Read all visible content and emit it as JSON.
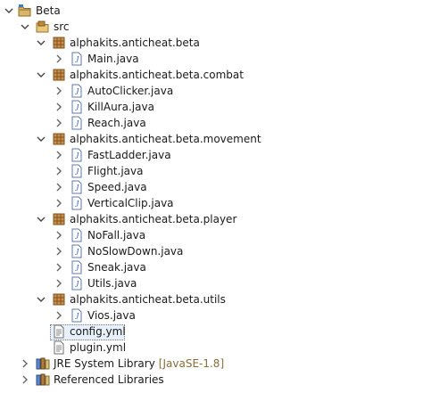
{
  "project": {
    "name": "Beta"
  },
  "src": {
    "name": "src"
  },
  "packages": [
    {
      "name": "alphakits.anticheat.beta",
      "files": [
        "Main.java"
      ]
    },
    {
      "name": "alphakits.anticheat.beta.combat",
      "files": [
        "AutoClicker.java",
        "KillAura.java",
        "Reach.java"
      ]
    },
    {
      "name": "alphakits.anticheat.beta.movement",
      "files": [
        "FastLadder.java",
        "Flight.java",
        "Speed.java",
        "VerticalClip.java"
      ]
    },
    {
      "name": "alphakits.anticheat.beta.player",
      "files": [
        "NoFall.java",
        "NoSlowDown.java",
        "Sneak.java",
        "Utils.java"
      ]
    },
    {
      "name": "alphakits.anticheat.beta.utils",
      "files": [
        "Vios.java"
      ]
    }
  ],
  "resources": [
    {
      "name": "config.yml",
      "selected": true
    },
    {
      "name": "plugin.yml",
      "selected": false
    }
  ],
  "libraries": {
    "jre": {
      "name": "JRE System Library",
      "decoration": "[JavaSE-1.8]"
    },
    "referenced": {
      "name": "Referenced Libraries"
    }
  },
  "colors": {
    "selection": "#e8f0fb",
    "decoration": "#8a6d3b",
    "package": "#b07a3c",
    "java_file": "#3b6dc4"
  }
}
